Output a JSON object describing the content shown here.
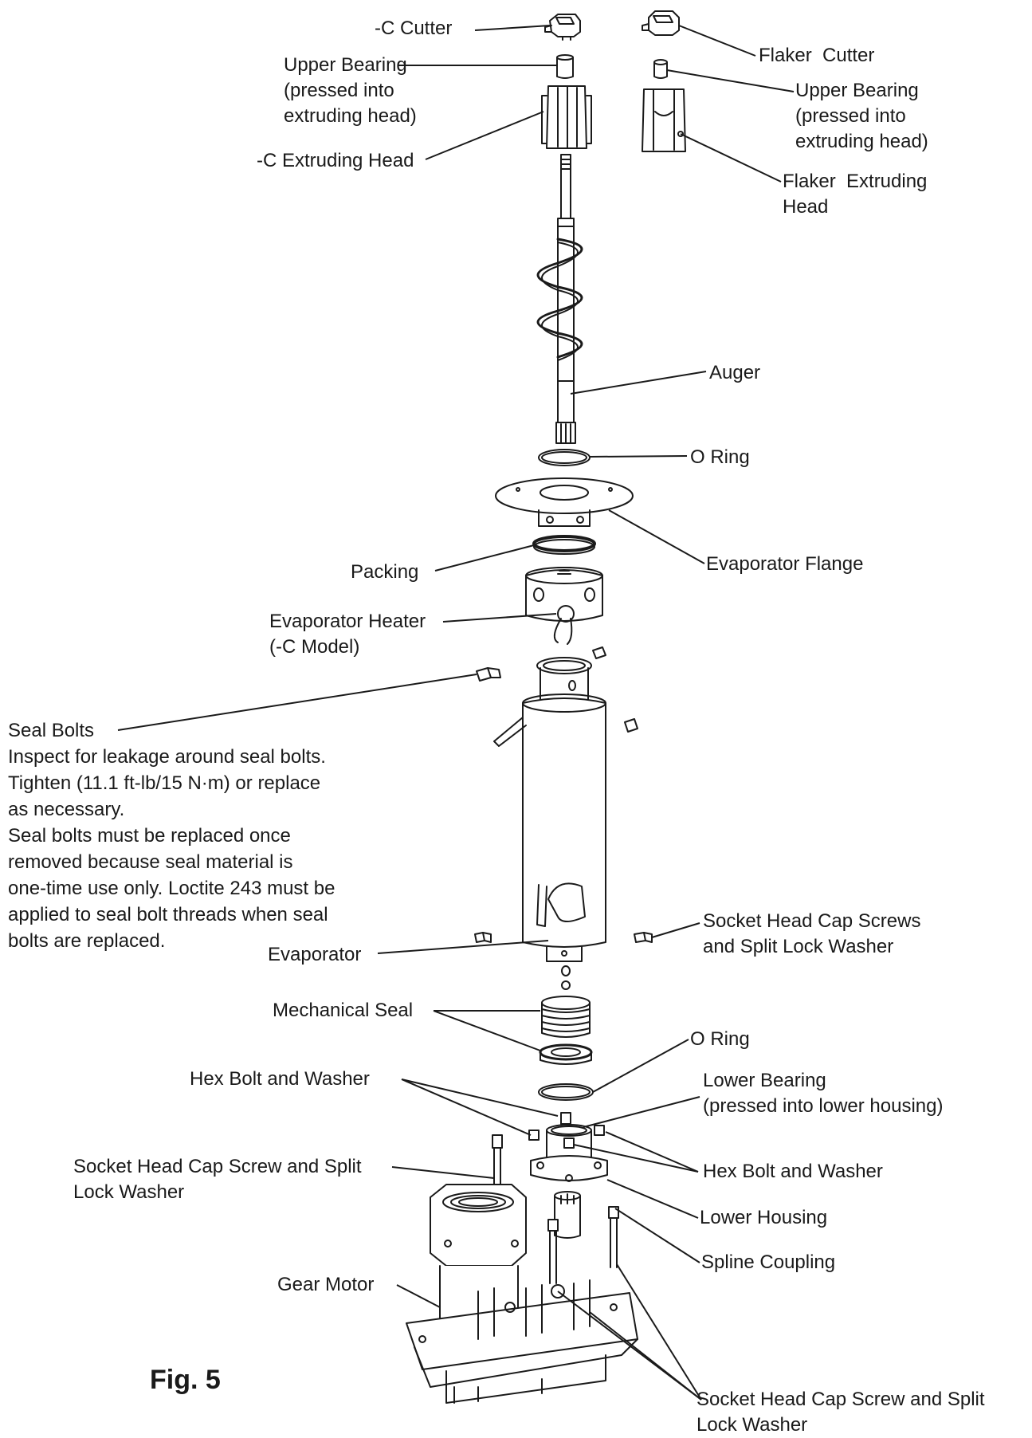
{
  "figure": {
    "caption": "Fig. 5"
  },
  "labels": {
    "c_cutter": "-C Cutter",
    "flaker_cutter": "Flaker  Cutter",
    "upper_bearing_left": "Upper Bearing\n(pressed into\nextruding head)",
    "upper_bearing_right": "Upper Bearing\n(pressed into\nextruding head)",
    "c_extruding_head": "-C Extruding Head",
    "flaker_extruding_head": "Flaker  Extruding\nHead",
    "auger": "Auger",
    "o_ring_top": "O Ring",
    "evaporator_flange": "Evaporator Flange",
    "packing": "Packing",
    "evaporator_heater": "Evaporator Heater\n(-C Model)",
    "seal_bolts": "Seal Bolts\nInspect for leakage around seal bolts.\nTighten (11.1 ft-lb/15 N·m) or replace\nas necessary.\nSeal bolts must be replaced once\nremoved because seal material is\none-time use only. Loctite 243 must be\napplied to seal bolt threads when seal\nbolts are replaced.",
    "socket_head_cap_screws": "Socket Head Cap Screws\nand Split Lock Washer",
    "evaporator": "Evaporator",
    "mechanical_seal": "Mechanical Seal",
    "o_ring_bottom": "O Ring",
    "hex_bolt_washer_top": "Hex Bolt and Washer",
    "lower_bearing": "Lower Bearing\n(pressed into lower housing)",
    "socket_head_cap_screw_left": "Socket Head Cap Screw and Split\nLock Washer",
    "hex_bolt_washer_right": "Hex Bolt and Washer",
    "lower_housing": "Lower Housing",
    "spline_coupling": "Spline Coupling",
    "gear_motor": "Gear Motor",
    "socket_head_cap_screw_bottom": "Socket Head Cap Screw and Split\nLock Washer"
  }
}
